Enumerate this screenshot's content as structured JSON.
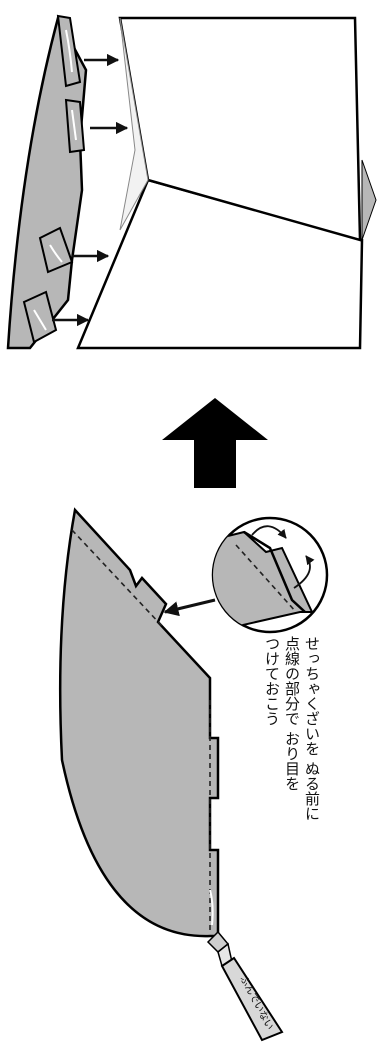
{
  "instructions": {
    "line1": "せっちゃくざいを ぬる前に",
    "line2": "点線の部分で おり目を",
    "line3": "つけておこう"
  },
  "glue_tube_label": "ふんでいない",
  "colors": {
    "panel_fill": "#b7b7b7",
    "outline": "#000000",
    "background": "#ffffff",
    "arrow": "#111111"
  },
  "icons": {
    "arrows": "arrow-right-icon",
    "big_arrow": "arrow-up-icon",
    "fold_arrows": "curved-arrow-icon"
  }
}
